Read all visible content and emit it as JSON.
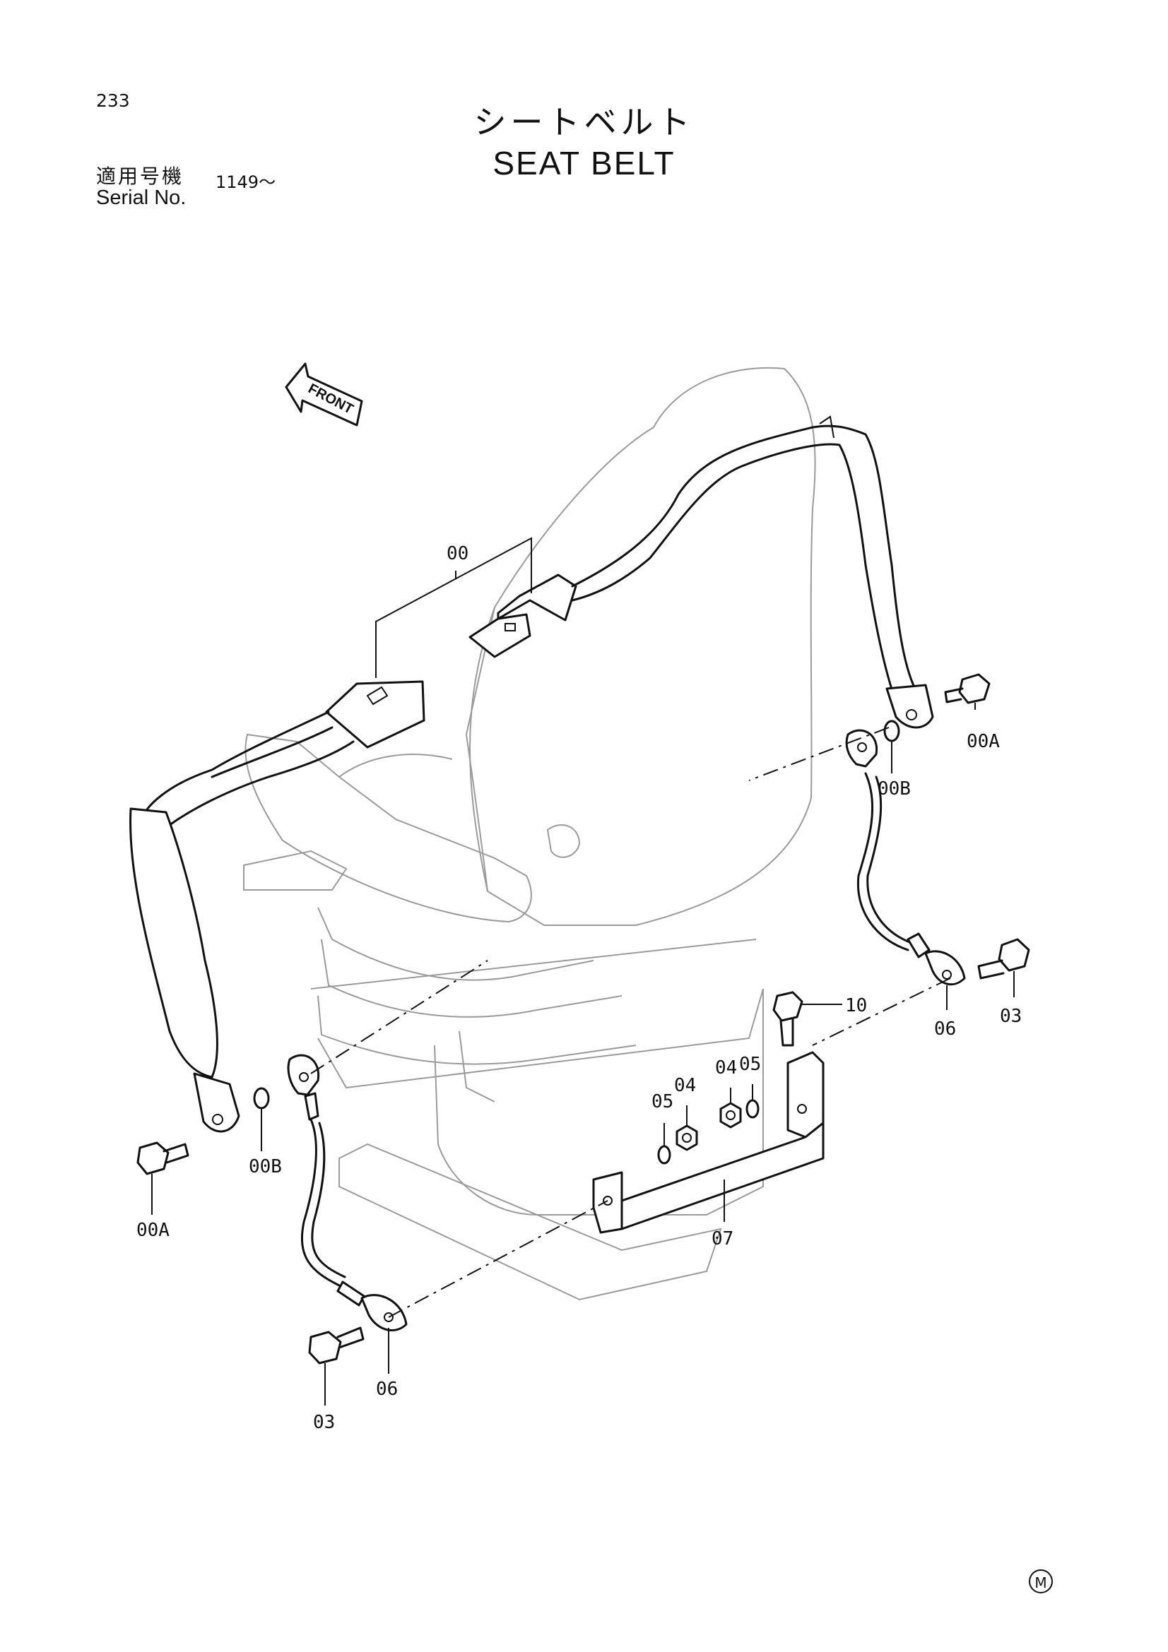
{
  "header": {
    "page_number": "233",
    "title_jp": "シートベルト",
    "title_en": "SEAT BELT",
    "applicable_label_jp": "適用号機",
    "serial_label": "Serial No.",
    "serial_value": "1149～"
  },
  "diagram": {
    "front_label": "FRONT",
    "labels": {
      "00": "00",
      "00A_right": "00A",
      "00B_right": "00B",
      "03_right": "03",
      "10": "10",
      "06_right": "06",
      "04_upper": "04",
      "05_upper": "05",
      "05_lower": "05",
      "04_lower": "04",
      "07": "07",
      "00B_left": "00B",
      "00A_left": "00A",
      "06_left": "06",
      "03_left": "03"
    }
  },
  "footer": {
    "mark": "M"
  }
}
